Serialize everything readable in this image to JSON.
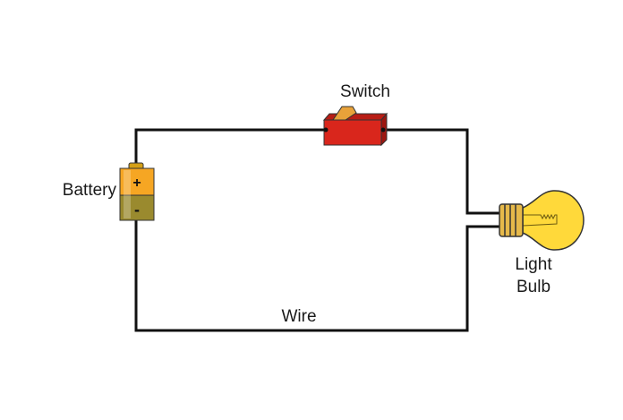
{
  "labels": {
    "switch": "Switch",
    "battery": "Battery",
    "wire": "Wire",
    "bulb_line1": "Light",
    "bulb_line2": "Bulb"
  },
  "battery": {
    "positive_symbol": "+",
    "negative_symbol": "-"
  },
  "colors": {
    "wire": "#111111",
    "battery_top": "#f6a623",
    "battery_bottom": "#9a8a2e",
    "switch_body": "#d9261c",
    "switch_toggle": "#e8a23a",
    "bulb_glass": "#ffd93a",
    "bulb_base": "#e6b94a"
  }
}
